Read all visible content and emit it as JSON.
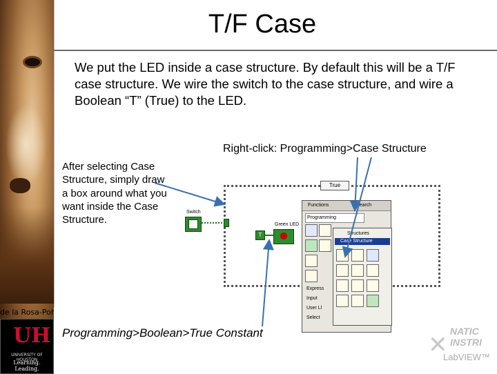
{
  "slide": {
    "title": "T/F Case",
    "intro": "We put the LED inside a case structure. By default this will be a T/F case structure. We wire the switch to the case structure, and wire a Boolean “T” (True) to the LED.",
    "right_click_label": "Right-click: Programming>Case Structure",
    "note": "After selecting Case Structure, simply draw a box around what you want inside the Case Structure.",
    "bottom_label": "Programming>Boolean>True Constant",
    "footer_name": "de la Rosa-Pohl"
  },
  "diagram": {
    "case_selector": "True",
    "switch_label": "Switch",
    "led_label": "Green LED",
    "true_const": "T"
  },
  "palette": {
    "header_left": "Functions",
    "header_right": "Search",
    "programming": "Programming",
    "structures": "Structures",
    "case_structure": "Case Structure",
    "rows": [
      "Express",
      "Input",
      "User Ll",
      "Select"
    ]
  },
  "logo": {
    "mark": "UH",
    "university": "UNIVERSITY OF HOUSTON",
    "tagline": "Learning. Leading."
  },
  "brand": {
    "line1": "NATIC",
    "line2": "INSTRI",
    "line3": "LabVIEW™"
  },
  "colors": {
    "arrow": "#3a6fb0",
    "wire": "#1a7a1a",
    "terminal": "#2e8b2e",
    "selection": "#1a3d8f"
  }
}
